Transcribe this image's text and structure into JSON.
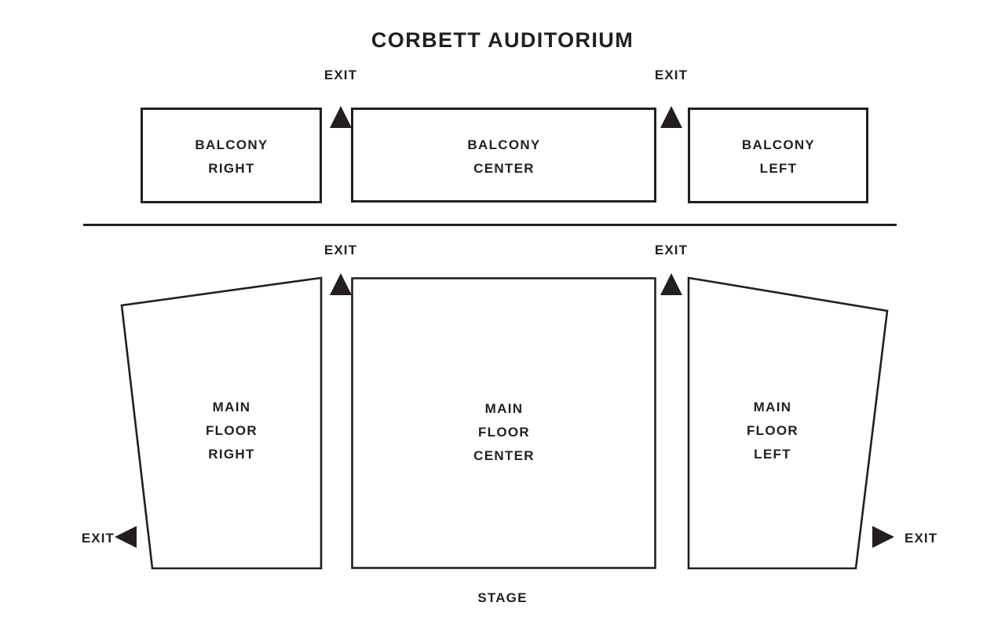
{
  "venue": {
    "title": "CORBETT AUDITORIUM",
    "stage_label": "STAGE",
    "ink_color": "#231f20",
    "background_color": "#ffffff"
  },
  "levels": [
    {
      "name": "balcony",
      "sections": [
        {
          "id": "balcony-right",
          "label": "BALCONY\nRIGHT",
          "shape": "rectangle"
        },
        {
          "id": "balcony-center",
          "label": "BALCONY\nCENTER",
          "shape": "rectangle"
        },
        {
          "id": "balcony-left",
          "label": "BALCONY\nLEFT",
          "shape": "rectangle"
        }
      ]
    },
    {
      "name": "main-floor",
      "sections": [
        {
          "id": "main-floor-right",
          "label": "MAIN\nFLOOR\nRIGHT",
          "shape": "quadrilateral"
        },
        {
          "id": "main-floor-center",
          "label": "MAIN\nFLOOR\nCENTER",
          "shape": "rectangle"
        },
        {
          "id": "main-floor-left",
          "label": "MAIN\nFLOOR\nLEFT",
          "shape": "quadrilateral"
        }
      ]
    }
  ],
  "exits": [
    {
      "id": "exit-balcony-aisle-right",
      "label": "EXIT",
      "direction": "up",
      "level": "balcony"
    },
    {
      "id": "exit-balcony-aisle-left",
      "label": "EXIT",
      "direction": "up",
      "level": "balcony"
    },
    {
      "id": "exit-main-aisle-right",
      "label": "EXIT",
      "direction": "up",
      "level": "main-floor"
    },
    {
      "id": "exit-main-aisle-left",
      "label": "EXIT",
      "direction": "up",
      "level": "main-floor"
    },
    {
      "id": "exit-main-side-right",
      "label": "EXIT",
      "direction": "left",
      "level": "main-floor"
    },
    {
      "id": "exit-main-side-left",
      "label": "EXIT",
      "direction": "right",
      "level": "main-floor"
    }
  ],
  "chart_data": {
    "type": "diagram",
    "title": "CORBETT AUDITORIUM",
    "subtitle": "",
    "categories": [
      "BALCONY RIGHT",
      "BALCONY CENTER",
      "BALCONY LEFT",
      "MAIN FLOOR RIGHT",
      "MAIN FLOOR CENTER",
      "MAIN FLOOR LEFT"
    ],
    "annotations": [
      "EXIT",
      "EXIT",
      "EXIT",
      "EXIT",
      "EXIT",
      "EXIT",
      "STAGE"
    ],
    "legend": [],
    "grid": false
  }
}
